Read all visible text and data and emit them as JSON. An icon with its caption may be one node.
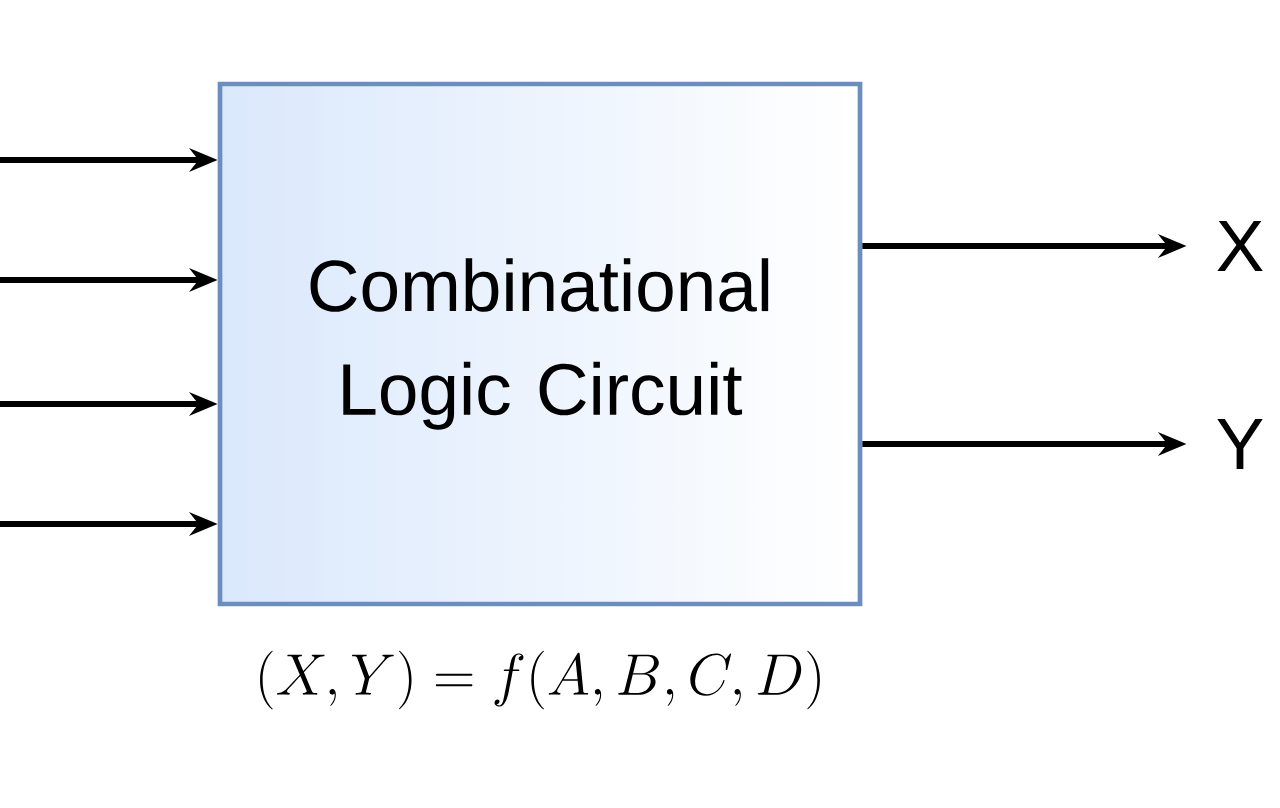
{
  "diagram": {
    "nodes": [
      {
        "text": [
          "Combinational Logic Circuit"
        ],
        "beside": [
          "(X, Y) = f(A, B, C, D)"
        ]
      },
      {
        "text": [
          "X"
        ]
      },
      {
        "text": [
          "Y"
        ]
      }
    ],
    "edges": [
      {
        "from": null,
        "to": 0,
        "arrow": "to"
      },
      {
        "from": null,
        "to": 0,
        "arrow": "to"
      },
      {
        "from": null,
        "to": 0,
        "arrow": "to"
      },
      {
        "from": null,
        "to": 0,
        "arrow": "to"
      },
      {
        "from": 0,
        "to": 1,
        "arrow": "to"
      },
      {
        "from": 0,
        "to": 2,
        "arrow": "to"
      }
    ]
  }
}
